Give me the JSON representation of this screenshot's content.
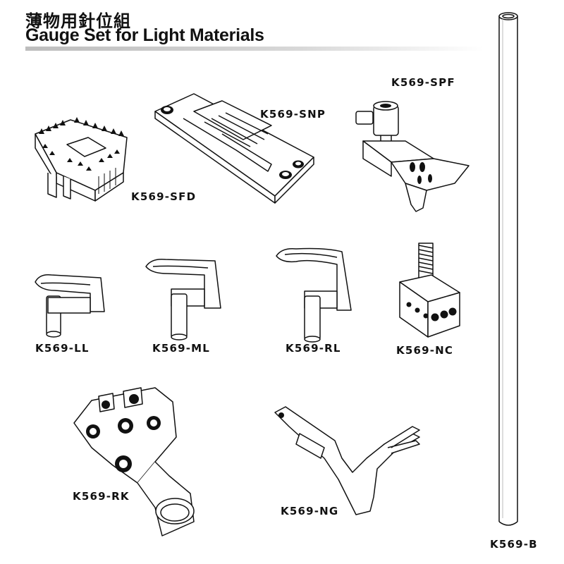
{
  "header": {
    "title_zh": "薄物用針位組",
    "title_en": "Gauge Set for Light Materials"
  },
  "parts": [
    {
      "code": "K569-SFD"
    },
    {
      "code": "K569-SNP"
    },
    {
      "code": "K569-SPF"
    },
    {
      "code": "K569-LL"
    },
    {
      "code": "K569-ML"
    },
    {
      "code": "K569-RL"
    },
    {
      "code": "K569-NC"
    },
    {
      "code": "K569-RK"
    },
    {
      "code": "K569-NG"
    },
    {
      "code": "K569-B"
    }
  ]
}
